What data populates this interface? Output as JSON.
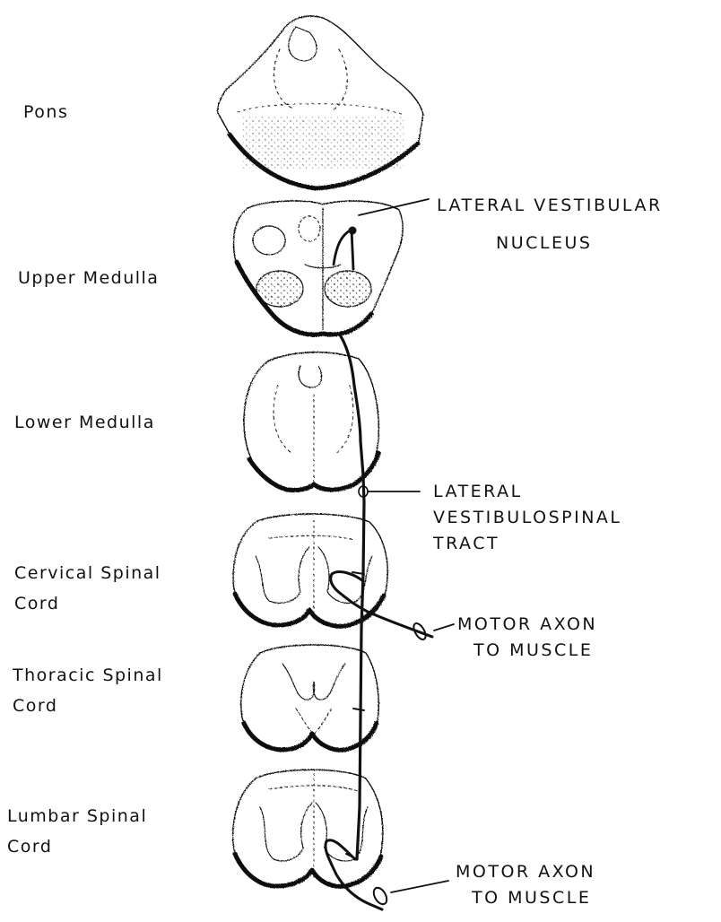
{
  "levels": [
    {
      "id": "pons",
      "lines": [
        "Pons"
      ]
    },
    {
      "id": "upper-medulla",
      "lines": [
        "Upper Medulla"
      ]
    },
    {
      "id": "lower-medulla",
      "lines": [
        "Lower Medulla"
      ]
    },
    {
      "id": "cervical",
      "lines": [
        "Cervical Spinal",
        "Cord"
      ]
    },
    {
      "id": "thoracic",
      "lines": [
        "Thoracic Spinal",
        "Cord"
      ]
    },
    {
      "id": "lumbar",
      "lines": [
        "Lumbar Spinal",
        "Cord"
      ]
    }
  ],
  "annotations": {
    "nucleus": [
      "LATERAL VESTIBULAR",
      "NUCLEUS"
    ],
    "tract": [
      "LATERAL",
      "VESTIBULOSPINAL",
      "TRACT"
    ],
    "motor_cervical": [
      "MOTOR AXON",
      "TO MUSCLE"
    ],
    "motor_lumbar": [
      "MOTOR AXON",
      "TO MUSCLE"
    ]
  },
  "colors": {
    "ink": "#111111",
    "paper": "#ffffff"
  }
}
